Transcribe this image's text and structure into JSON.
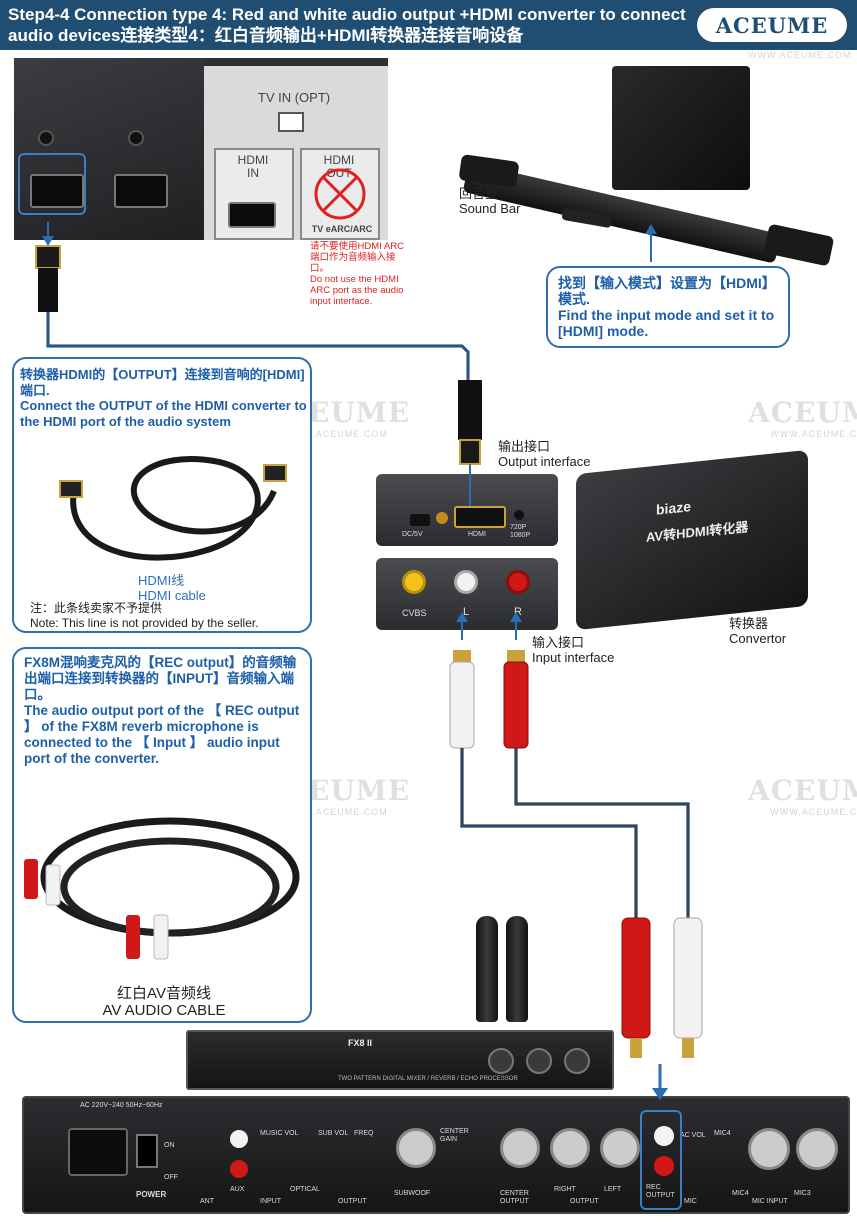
{
  "header": {
    "title": "Step4-4  Connection type 4: Red and white audio output +HDMI converter to connect audio devices连接类型4：红白音频输出+HDMI转换器连接音响设备",
    "logo": "ACEUME"
  },
  "watermark": {
    "brand": "ACEUME",
    "url": "WWW.ACEUME.COM"
  },
  "tv_panel": {
    "tv_in_label": "TV IN (OPT)",
    "hdmi_in_label": "HDMI\nIN",
    "hdmi_out_label": "HDMI\nOUT",
    "earc_label": "TV eARC/ARC"
  },
  "warning_note": "请不要使用HDMI ARC端口作为音频输入接口。\nDo not use the HDMI ARC port as the audio input interface.",
  "soundbar": {
    "label_cn": "回音壁",
    "label_en": "Sound Bar"
  },
  "soundbar_callout": "找到【输入模式】设置为【HDMI】模式.\n Find the input mode and set it to [HDMI] mode.",
  "hdmi_callout": {
    "text": "转换器HDMI的【OUTPUT】连接到音响的[HDMI]端口.\nConnect the OUTPUT of the HDMI converter to the HDMI port of the audio system",
    "cable_label_cn": "HDMI线",
    "cable_label_en": "HDMI cable",
    "note_cn": "注：此条线卖家不予提供",
    "note_en": "Note: This line is not provided by the seller."
  },
  "output_interface": {
    "cn": "输出接口",
    "en": "Output interface"
  },
  "input_interface": {
    "cn": "输入接口",
    "en": "Input interface"
  },
  "converter": {
    "label_cn": "转换器",
    "label_en": "Convertor",
    "brand": "biaze",
    "model_cn": "AV转HDMI转化器",
    "port_dc": "DC/5V",
    "port_hdmi": "HDMI",
    "res_720": "720P",
    "res_1080": "1080P",
    "cvbs": "CVBS",
    "left": "L",
    "right": "R"
  },
  "rca_callout": {
    "text": "FX8M混响麦克风的【REC output】的音频输出端口连接到转换器的【INPUT】音频输入端口。\nThe audio output port of the 【 REC output 】 of the FX8M reverb microphone is connected to the 【 Input 】 audio input port of the converter.",
    "cable_label_cn": "红白AV音频线",
    "cable_label_en": "AV AUDIO CABLE"
  },
  "mixer_front": {
    "model": "FX8 II",
    "subtitle": "TWO PATTERN DIGITAL MIXER / REVERB / ECHO PROCESSOR"
  },
  "mixer_rear": {
    "power_spec": "AC 220V~240 50Hz~60Hz",
    "on": "ON",
    "off": "OFF",
    "power": "POWER",
    "ant": "ANT",
    "aux": "AUX",
    "music_vol": "MUSIC VOL",
    "input": "INPUT",
    "optical": "OPTICAL",
    "sub_vol": "SUB VOL",
    "freq": "FREQ",
    "output": "OUTPUT",
    "subwoof": "SUBWOOF",
    "center_gain": "CENTER GAIN",
    "center_output": "CENTER OUTPUT",
    "right": "RIGHT",
    "left": "LEFT",
    "rec_output": "REC OUTPUT",
    "ac_vol": "AC VOL",
    "mic": "MIC",
    "mic4": "MIC4",
    "mic3": "MIC3",
    "mic_input": "MIC INPUT"
  },
  "colors": {
    "header_bg": "#1f4e72",
    "callout_border": "#2f6fb0",
    "callout_text": "#1d5fa8",
    "warning": "#e0201e",
    "rca_red": "#d01818",
    "rca_white": "#f2f2f2"
  }
}
